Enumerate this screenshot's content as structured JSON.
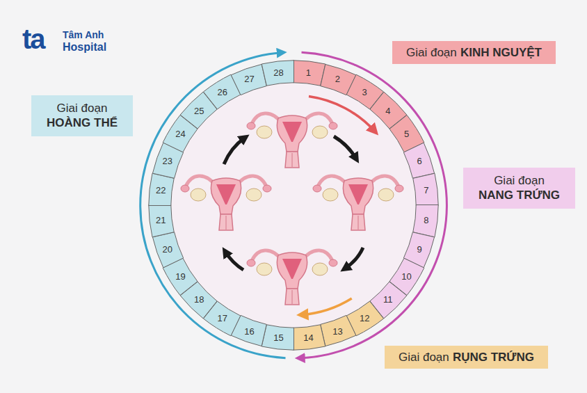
{
  "diagram": {
    "nodes": [
      {
        "text": [
          "Giai đoạn",
          "KINH NGUYỆT"
        ]
      },
      {
        "text": [
          "Giai đoạn",
          "NANG TRỨNG"
        ]
      },
      {
        "text": [
          "Giai đoạn",
          "RỤNG TRỨNG"
        ]
      },
      {
        "text": [
          "Giai đoạn",
          "HOÀNG THỂ"
        ]
      },
      {
        "text": [
          "1"
        ]
      },
      {
        "text": [
          "2"
        ]
      },
      {
        "text": [
          "3"
        ]
      },
      {
        "text": [
          "4"
        ]
      },
      {
        "text": [
          "5"
        ]
      },
      {
        "text": [
          "6"
        ]
      },
      {
        "text": [
          "7"
        ]
      },
      {
        "text": [
          "8"
        ]
      },
      {
        "text": [
          "9"
        ]
      },
      {
        "text": [
          "10"
        ]
      },
      {
        "text": [
          "11"
        ]
      },
      {
        "text": [
          "12"
        ]
      },
      {
        "text": [
          "13"
        ]
      },
      {
        "text": [
          "14"
        ]
      },
      {
        "text": [
          "15"
        ]
      },
      {
        "text": [
          "16"
        ]
      },
      {
        "text": [
          "17"
        ]
      },
      {
        "text": [
          "18"
        ]
      },
      {
        "text": [
          "19"
        ]
      },
      {
        "text": [
          "20"
        ]
      },
      {
        "text": [
          "21"
        ]
      },
      {
        "text": [
          "22"
        ]
      },
      {
        "text": [
          "23"
        ]
      },
      {
        "text": [
          "24"
        ]
      },
      {
        "text": [
          "25"
        ]
      },
      {
        "text": [
          "26"
        ]
      },
      {
        "text": [
          "27"
        ]
      },
      {
        "text": [
          "28"
        ]
      }
    ],
    "labels": [
      "ta",
      "Tâm Anh",
      "Hospital"
    ]
  }
}
